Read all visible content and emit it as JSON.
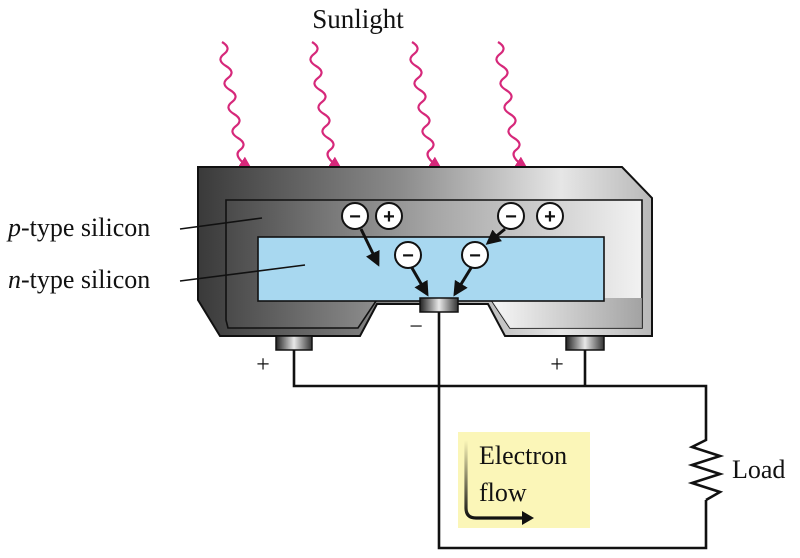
{
  "title": "Sunlight",
  "labels": {
    "p_prefix": "p",
    "p_suffix": "-type silicon",
    "n_prefix": "n",
    "n_suffix": "-type silicon",
    "load": "Load",
    "flow_line1": "Electron",
    "flow_line2": "flow"
  },
  "terminals": {
    "left_sign": "+",
    "center_sign": "−",
    "right_sign": "+"
  },
  "charges": {
    "minus": "−",
    "plus": "+"
  },
  "icons": {
    "sunlight_ray": "wavy-arrow",
    "load": "resistor-zigzag"
  },
  "colors": {
    "ray": "#d6287a",
    "n_layer": "#a8d8f0",
    "flow_box": "#fbf6b8",
    "cell_body": "#5a5a5a"
  }
}
